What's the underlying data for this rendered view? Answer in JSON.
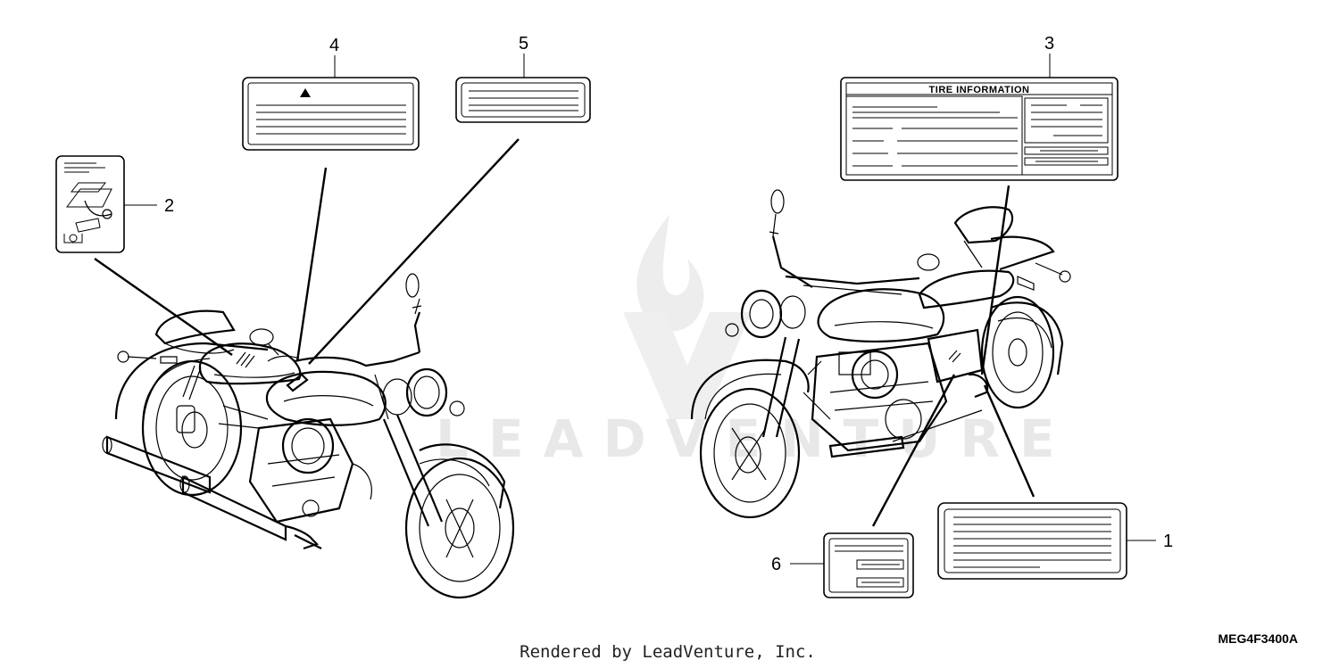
{
  "diagram": {
    "callouts": [
      "1",
      "2",
      "3",
      "4",
      "5",
      "6"
    ],
    "tire_label_title": "TIRE INFORMATION",
    "part_code": "MEG4F3400A",
    "credit": "Rendered by LeadVenture, Inc.",
    "watermark": "LEADVENTURE"
  }
}
